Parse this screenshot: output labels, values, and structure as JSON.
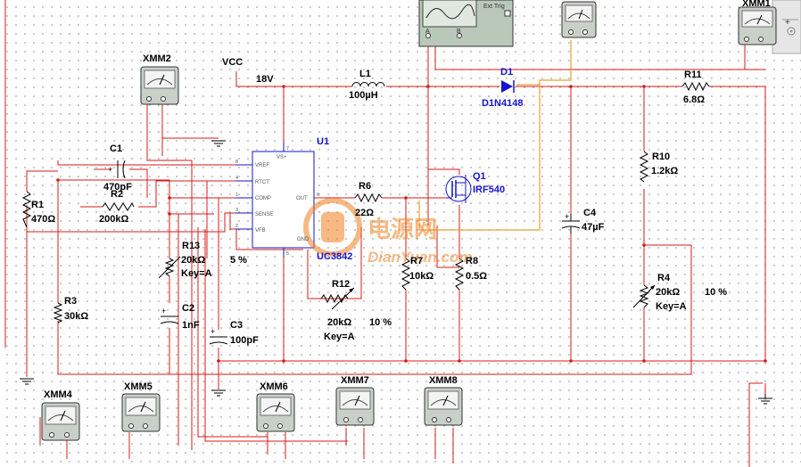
{
  "colors": {
    "wire": "#d81818",
    "label_blue": "#1414d2",
    "probe": "#e8a030",
    "watermark": "#f08020"
  },
  "labels": {
    "vcc": "VCC",
    "v18": "18V",
    "l1": "L1",
    "l1_val": "100µH",
    "d1": "D1",
    "d1_part": "D1N4148",
    "r11": "R11",
    "r11_val": "6.8Ω",
    "u1": "U1",
    "u1_part": "UC3842",
    "q1": "Q1",
    "q1_part": "IRF540",
    "c1": "C1",
    "c1_val": "470pF",
    "r2": "R2",
    "r2_val": "200kΩ",
    "r1": "R1",
    "r1_val": "470Ω",
    "r6": "R6",
    "r6_val": "22Ω",
    "c4": "C4",
    "c4_val": "47µF",
    "r10": "R10",
    "r10_val": "1.2kΩ",
    "r13": "R13",
    "r13_val": "20kΩ",
    "r13_key": "Key=A",
    "r13_pct": "5 %",
    "r7": "R7",
    "r7_val": "10kΩ",
    "r8": "R8",
    "r8_val": "0.5Ω",
    "r3": "R3",
    "r3_val": "30kΩ",
    "c2": "C2",
    "c2_val": "1nF",
    "c3": "C3",
    "c3_val": "100pF",
    "r12": "R12",
    "r12_val": "20kΩ",
    "r12_pct": "10 %",
    "r12_key": "Key=A",
    "r4": "R4",
    "r4_val": "20kΩ",
    "r4_pct": "10 %",
    "r4_key": "Key=A",
    "ext_trig": "Ext Trig",
    "scope_a": "A",
    "scope_b": "B",
    "plus": "+",
    "minus": "-"
  },
  "meters": {
    "xmm1": "XMM1",
    "xmm2": "XMM2",
    "xmm4": "XMM4",
    "xmm5": "XMM5",
    "xmm6": "XMM6",
    "xmm7": "XMM7",
    "xmm8": "XMM8"
  },
  "u1_pins": {
    "vref": "VREF",
    "rtct": "RTCT",
    "comp": "COMP",
    "sense": "SENSE",
    "vfb": "VFB",
    "out": "OUT",
    "gnd": "GND",
    "vs": "VS+",
    "p8": "8",
    "p4": "4",
    "p1": "1",
    "p3": "3",
    "p2": "2",
    "p6": "6",
    "p5": "5",
    "p7": "7"
  },
  "watermark": {
    "cn": "电源网",
    "en": "DianYuan.com"
  }
}
